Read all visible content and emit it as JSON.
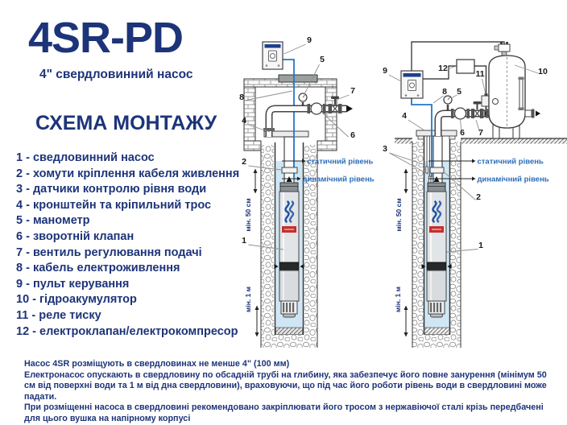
{
  "header": {
    "title": "4SR-PD",
    "subtitle": "4\" свердловинний насос",
    "scheme_heading": "СХЕМА МОНТАЖУ"
  },
  "legend": {
    "items": [
      "1 - сведловинний насос",
      "2 - хомути кріплення кабеля живлення",
      "3 - датчики контролю рівня води",
      "4 - кронштейн та кріпильний трос",
      "5 - манометр",
      "6 - зворотній клапан",
      "7 - вентиль регулювання подачі",
      "8 - кабель електроживлення",
      "9 - пульт керування",
      "10 - гідроакумулятор",
      "11 - реле тиску",
      "12 - електроклапан/електрокомпресор"
    ]
  },
  "diagram": {
    "callouts": {
      "c1": "1",
      "c2": "2",
      "c3": "3",
      "c4": "4",
      "c5": "5",
      "c6": "6",
      "c7": "7",
      "c8": "8",
      "c9": "9",
      "c10": "10",
      "c11": "11",
      "c12": "12"
    },
    "labels": {
      "static_level": "статичний рівень",
      "dynamic_level": "динамічний рівень",
      "min_50cm": "мін. 50 см",
      "min_1m": "мін. 1 м"
    }
  },
  "footer": {
    "paragraphs": [
      "Насос 4SR розміщують в свердловинах не менше 4\" (100 мм)",
      "Електронасос опускають в свердловину по обсадній трубі на глибину, яка забезпечує його повне занурення (мінімум 50 см від поверхні води та 1 м від дна свердловини), враховуючи, що під час його роботи рівень води в свердловині може падати.",
      "При розміщенні насоса в свердловині рекомендовано закріплювати його тросом з нержавіючої сталі крізь передбачені для цього вушка на напірному корпусі"
    ]
  },
  "colors": {
    "navy": "#1d3479",
    "label_blue": "#2b6cb8",
    "cable_blue": "#2277cc",
    "water": "#cfe6f4",
    "pump_red": "#c5302c",
    "pump_logo_blue": "#1e4fa0"
  }
}
